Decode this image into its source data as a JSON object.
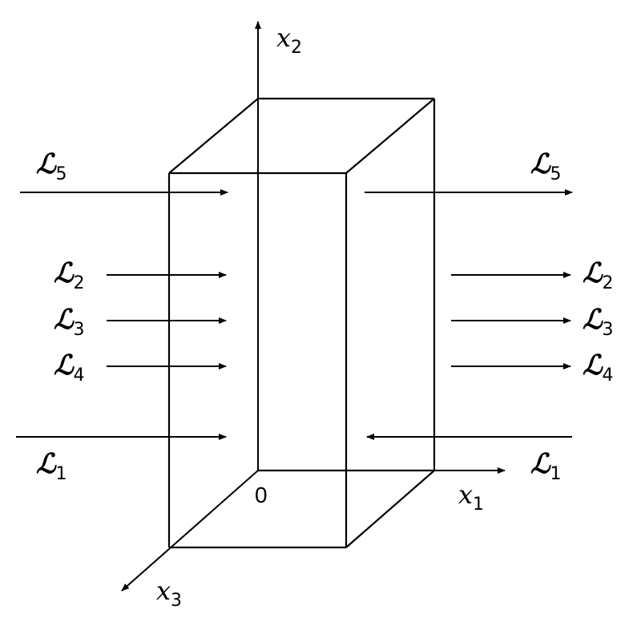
{
  "axes": {
    "x1": {
      "symbol": "x",
      "subscript": "1"
    },
    "x2": {
      "symbol": "x",
      "subscript": "2"
    },
    "x3": {
      "symbol": "x",
      "subscript": "3"
    },
    "origin": "0"
  },
  "rays": [
    {
      "id": "L5-left",
      "symbol": "ℒ",
      "subscript": "5"
    },
    {
      "id": "L5-right",
      "symbol": "ℒ",
      "subscript": "5"
    },
    {
      "id": "L2-left",
      "symbol": "ℒ",
      "subscript": "2"
    },
    {
      "id": "L2-right",
      "symbol": "ℒ",
      "subscript": "2"
    },
    {
      "id": "L3-left",
      "symbol": "ℒ",
      "subscript": "3"
    },
    {
      "id": "L3-right",
      "symbol": "ℒ",
      "subscript": "3"
    },
    {
      "id": "L4-left",
      "symbol": "ℒ",
      "subscript": "4"
    },
    {
      "id": "L4-right",
      "symbol": "ℒ",
      "subscript": "4"
    },
    {
      "id": "L1-left",
      "symbol": "ℒ",
      "subscript": "1"
    },
    {
      "id": "L1-right",
      "symbol": "ℒ",
      "subscript": "1"
    }
  ]
}
